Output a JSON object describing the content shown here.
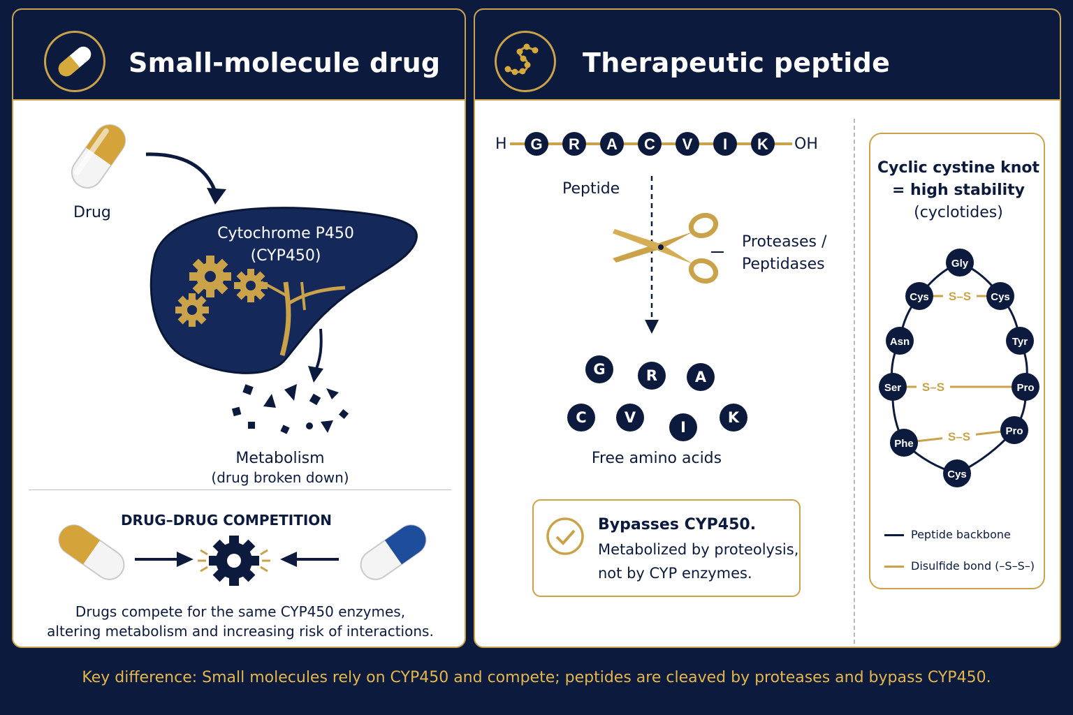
{
  "left": {
    "title": "Small-molecule drug",
    "drug_label": "Drug",
    "liver_label_1": "Cytochrome P450",
    "liver_label_2": "(CYP450)",
    "metabolism_label": "Metabolism",
    "metabolism_sub": "(drug broken down)",
    "competition_title": "DRUG–DRUG COMPETITION",
    "competition_text_1": "Drugs compete for the same CYP450 enzymes,",
    "competition_text_2": "altering metabolism and increasing risk of interactions."
  },
  "right": {
    "title": "Therapeutic peptide",
    "peptide_terminus_n": "H",
    "peptide_terminus_c": "OH",
    "peptide_residues": [
      "G",
      "R",
      "A",
      "C",
      "V",
      "I",
      "K"
    ],
    "peptide_label": "Peptide",
    "protease_label_1": "Proteases /",
    "protease_label_2": "Peptidases",
    "free_amino_acids": [
      "G",
      "R",
      "A",
      "C",
      "V",
      "I",
      "K"
    ],
    "free_amino_label": "Free amino acids",
    "bypass_title": "Bypasses CYP450.",
    "bypass_text_1": "Metabolized by proteolysis,",
    "bypass_text_2": "not by CYP enzymes.",
    "cyclic_title_1": "Cyclic cystine knot",
    "cyclic_title_2": "= high stability",
    "cyclic_title_3": "(cyclotides)",
    "ring_residues": [
      "Gly",
      "Cys",
      "Cys",
      "Asn",
      "Tyr",
      "Ser",
      "Pro",
      "Phe",
      "Pro",
      "Cys"
    ],
    "disulfide_label": "S–S",
    "legend_backbone": "Peptide backbone",
    "legend_disulfide": "Disulfide bond (–S–S–)"
  },
  "footer": "Key difference: Small molecules rely on CYP450 and compete; peptides are cleaved by proteases and bypass CYP450.",
  "colors": {
    "navy": "#0c1a3d",
    "gold": "#c9a24a",
    "drug_blue": "#1e4d9b"
  }
}
